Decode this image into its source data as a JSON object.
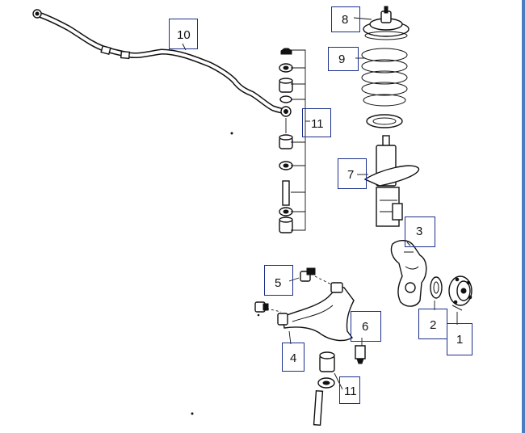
{
  "callouts": [
    {
      "id": "callout-10",
      "label": "10"
    },
    {
      "id": "callout-8",
      "label": "8"
    },
    {
      "id": "callout-9",
      "label": "9"
    },
    {
      "id": "callout-11-top",
      "label": "11"
    },
    {
      "id": "callout-7",
      "label": "7"
    },
    {
      "id": "callout-3",
      "label": "3"
    },
    {
      "id": "callout-5",
      "label": "5"
    },
    {
      "id": "callout-2",
      "label": "2"
    },
    {
      "id": "callout-1",
      "label": "1"
    },
    {
      "id": "callout-6",
      "label": "6"
    },
    {
      "id": "callout-4",
      "label": "4"
    },
    {
      "id": "callout-11-bottom",
      "label": "11"
    }
  ],
  "colors": {
    "callout_border": "#1c2f8a",
    "line_art": "#111111",
    "background": "#ffffff",
    "window_edge": "#4a7cc0"
  }
}
